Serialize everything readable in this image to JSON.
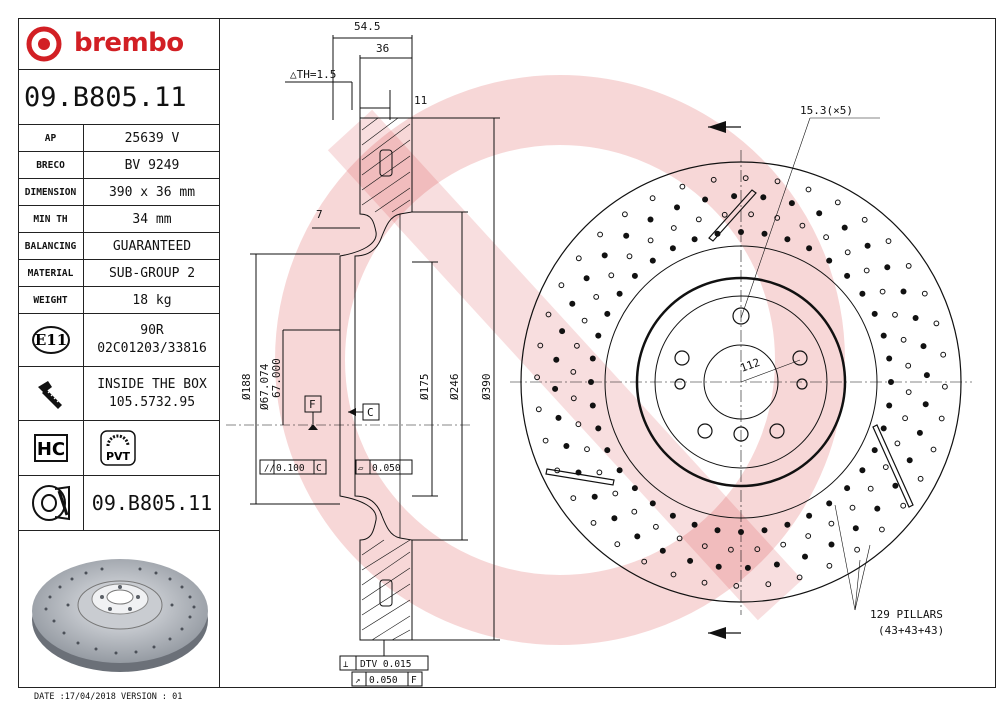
{
  "brand": {
    "name": "brembo",
    "color": "#d21f24"
  },
  "part_number": "09.B805.11",
  "specs": [
    {
      "key": "AP",
      "value": "25639 V"
    },
    {
      "key": "BRECO",
      "value": "BV 9249"
    },
    {
      "key": "DIMENSION",
      "value": "390 x 36 mm"
    },
    {
      "key": "MIN TH",
      "value": "34 mm"
    },
    {
      "key": "BALANCING",
      "value": "GUARANTEED"
    },
    {
      "key": "MATERIAL",
      "value": "SUB-GROUP 2"
    },
    {
      "key": "WEIGHT",
      "value": "18 kg"
    }
  ],
  "approval": {
    "badge": "E11",
    "line1": "90R",
    "line2": "02C01203/33816"
  },
  "kit": {
    "line1": "INSIDE THE BOX",
    "line2": "105.5732.95"
  },
  "badges": {
    "hc": "HC",
    "pvt": "PVT"
  },
  "bottom_part_number": "09.B805.11",
  "footer": {
    "date": "DATE :17/04/2018 VERSION : 01"
  },
  "section_dims": {
    "width_total": "54.5",
    "width_36": "36",
    "th": "△TH=1.5",
    "d11": "11",
    "d7": "7",
    "dia188": "Ø188",
    "dia67074": "Ø67.074",
    "dia67000": "67.000",
    "dia175": "Ø175",
    "dia246": "Ø246",
    "dia390": "Ø390",
    "datum_f": "F",
    "datum_c": "C",
    "tol1": "0.100",
    "tol1_ref": "C",
    "tol2": "0.050",
    "dtv": "DTV 0.015",
    "runout": "0.050",
    "runout_ref": "F"
  },
  "face_dims": {
    "holes": "15.3(×5)",
    "pcd": "112",
    "pillars_line1": "129 PILLARS",
    "pillars_line2": "(43+43+43)"
  }
}
